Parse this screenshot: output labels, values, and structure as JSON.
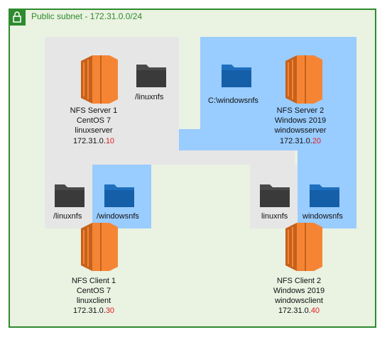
{
  "subnet": {
    "label": "Public subnet - 172.31.0.0/24",
    "border_color": "#2e8b2e",
    "bg_color": "#eaf2e2"
  },
  "colors": {
    "gray_region": "#e6e6e6",
    "blue_region": "#99ccff",
    "server": "#f58534",
    "folder_dark": "#4a4a4a",
    "folder_blue": "#1e6fbd",
    "ip_highlight": "#e02020"
  },
  "servers": [
    {
      "name": "NFS Server 1",
      "os": "CentOS 7",
      "host": "linuxserver",
      "ip_prefix": "172.31.0.",
      "ip_suffix": "10"
    },
    {
      "name": "NFS Server 2",
      "os": "Windows 2019",
      "host": "windowsserver",
      "ip_prefix": "172.31.0.",
      "ip_suffix": "20"
    },
    {
      "name": "NFS Client 1",
      "os": "CentOS 7",
      "host": "linuxclient",
      "ip_prefix": "172.31.0.",
      "ip_suffix": "30"
    },
    {
      "name": "NFS Client 2",
      "os": "Windows 2019",
      "host": "windowsclient",
      "ip_prefix": "172.31.0.",
      "ip_suffix": "40"
    }
  ],
  "shares": {
    "server1_share": "/linuxnfs",
    "server2_share": "C:\\windowsnfs",
    "client1_linux": "/linuxnfs",
    "client1_windows": "/windowsnfs",
    "client2_linux": "linuxnfs",
    "client2_windows": "windowsnfs"
  },
  "icons": {
    "server": "ec2-instance-icon",
    "folder": "folder-icon",
    "lock": "lock-icon"
  }
}
